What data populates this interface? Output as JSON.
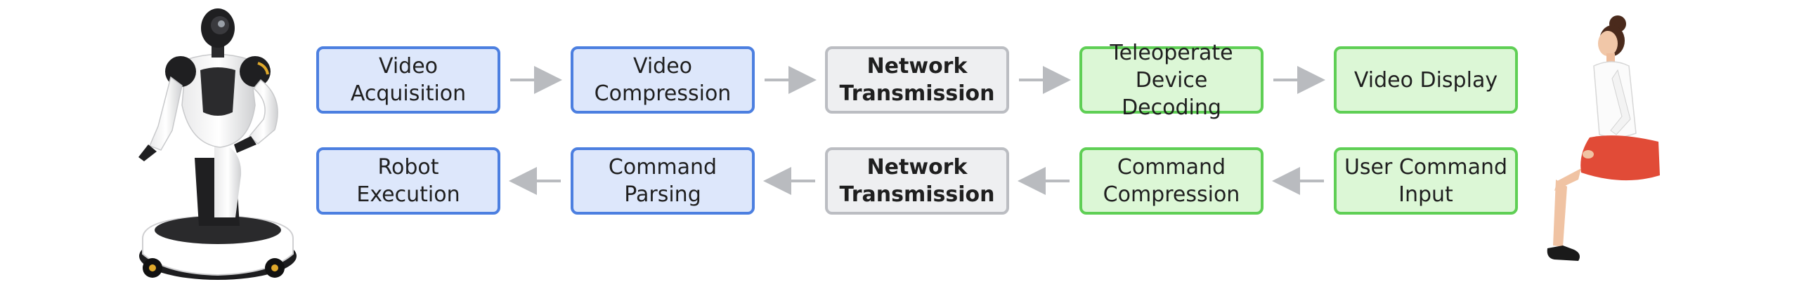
{
  "forward_row": [
    {
      "id": "video-acquisition",
      "label": "Video Acquisition",
      "group": "robot"
    },
    {
      "id": "video-compression",
      "label": "Video\nCompression",
      "group": "robot"
    },
    {
      "id": "network-transmission-forward",
      "label": "Network\nTransmission",
      "group": "network"
    },
    {
      "id": "teleoperate-device-decoding",
      "label": "Teleoperate\nDevice Decoding",
      "group": "operator"
    },
    {
      "id": "video-display",
      "label": "Video Display",
      "group": "operator"
    }
  ],
  "return_row": [
    {
      "id": "robot-execution",
      "label": "Robot Execution",
      "group": "robot"
    },
    {
      "id": "command-parsing",
      "label": "Command Parsing",
      "group": "robot"
    },
    {
      "id": "network-transmission-return",
      "label": "Network\nTransmission",
      "group": "network"
    },
    {
      "id": "command-compression",
      "label": "Command\nCompression",
      "group": "operator"
    },
    {
      "id": "user-command-input",
      "label": "User Command\nInput",
      "group": "operator"
    }
  ],
  "flow": {
    "forward": "left-to-right",
    "return": "right-to-left"
  },
  "colors": {
    "robot_fill": "#dde7fb",
    "robot_border": "#4c7fe0",
    "network_fill": "#eeeff1",
    "network_border": "#bbbdc2",
    "operator_fill": "#dcf7d6",
    "operator_border": "#5fcf55",
    "arrow": "#b9bbbf"
  },
  "illustrations": {
    "left": "humanoid-robot",
    "right": "seated-operator"
  }
}
